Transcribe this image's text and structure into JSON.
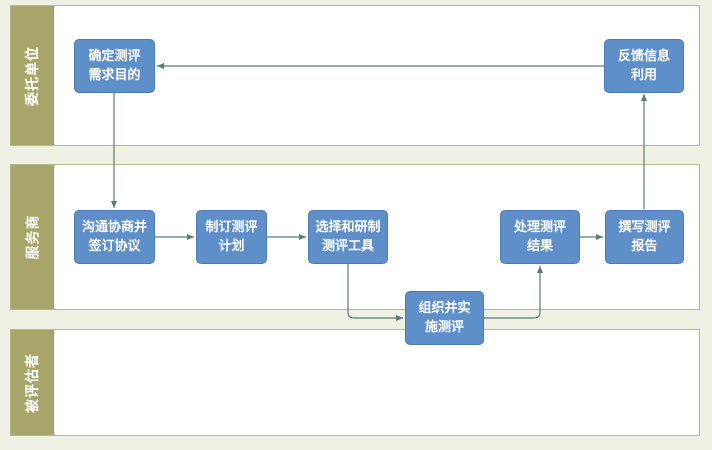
{
  "lanes": {
    "client": "委托单位",
    "provider": "服务商",
    "evaluated": "被评估者"
  },
  "steps": {
    "define_purpose": "确定测评需求目的",
    "feedback_use": "反馈信息利用",
    "negotiate_agreement": "沟通协商并签订协议",
    "make_plan": "制订测评计划",
    "select_tools": "选择和研制测评工具",
    "organize_implement": "组织并实施测评",
    "process_results": "处理测评结果",
    "write_report": "撰写测评报告"
  },
  "colors": {
    "box_fill": "#5e8fc9",
    "lane_label_fill": "#a7a56a",
    "connector": "#5a7a76"
  }
}
